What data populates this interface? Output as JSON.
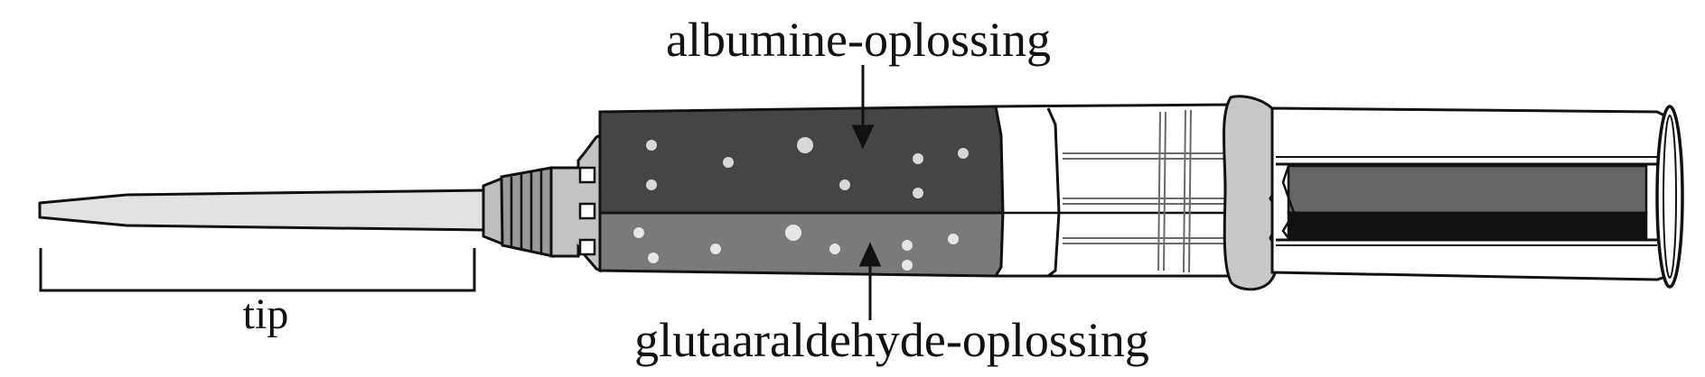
{
  "labels": {
    "top": "albumine-oplossing",
    "bottom": "glutaaraldehyde-oplossing",
    "tip": "tip"
  },
  "colors": {
    "stroke": "#111111",
    "top_chamber": "#454545",
    "bottom_chamber": "#7a7a7a",
    "light_gray": "#d9d9d9",
    "mid_gray": "#bdbdbd",
    "plunger_top": "#666666",
    "plunger_bottom": "#111111",
    "bubbles": "#d8d8d8"
  }
}
